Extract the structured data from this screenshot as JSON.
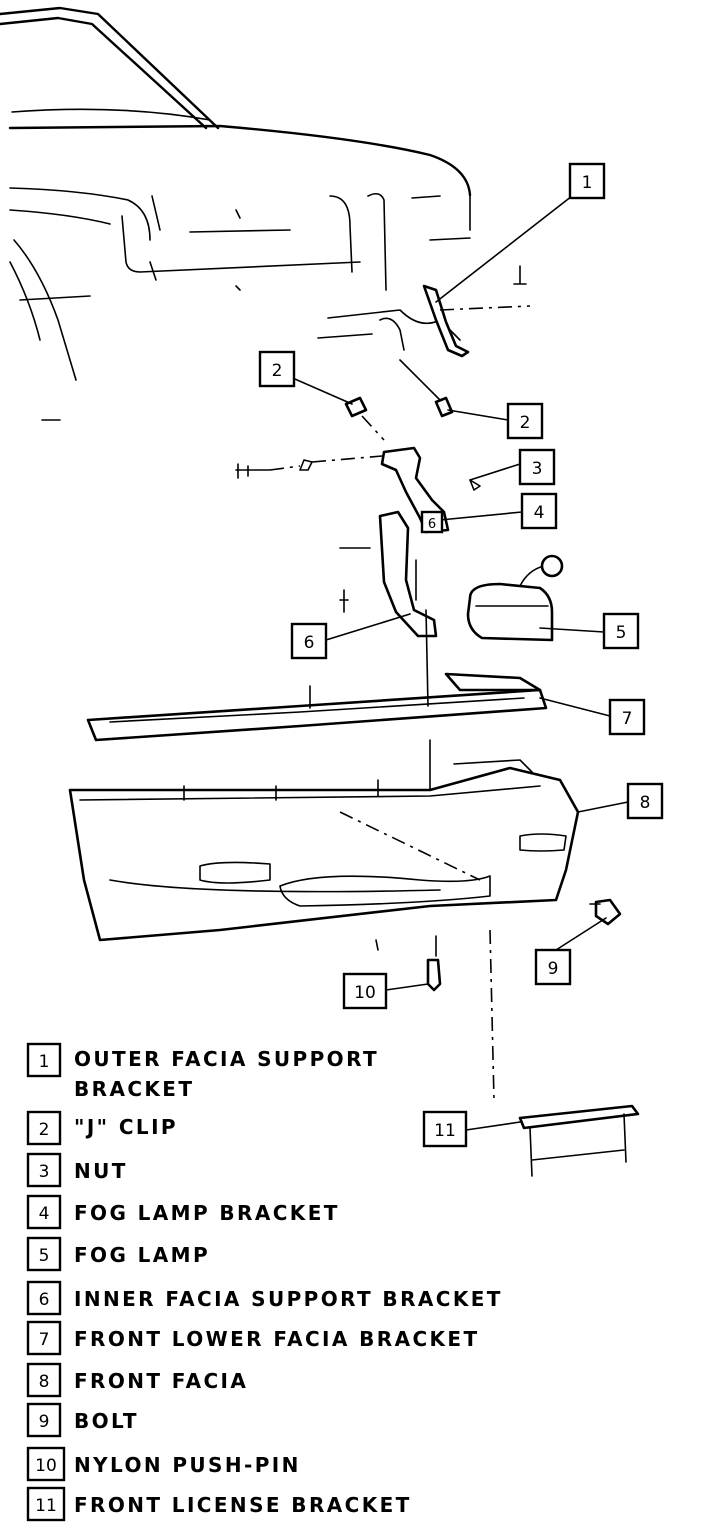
{
  "callouts": [
    "1",
    "2",
    "2",
    "3",
    "4",
    "5",
    "6",
    "6",
    "7",
    "8",
    "9",
    "10",
    "11"
  ],
  "legend": [
    {
      "num": "1",
      "lines": [
        "OUTER FACIA SUPPORT",
        "BRACKET"
      ]
    },
    {
      "num": "2",
      "lines": [
        "\"J\" CLIP"
      ]
    },
    {
      "num": "3",
      "lines": [
        "NUT"
      ]
    },
    {
      "num": "4",
      "lines": [
        "FOG LAMP BRACKET"
      ]
    },
    {
      "num": "5",
      "lines": [
        "FOG LAMP"
      ]
    },
    {
      "num": "6",
      "lines": [
        "INNER FACIA SUPPORT BRACKET"
      ]
    },
    {
      "num": "7",
      "lines": [
        "FRONT LOWER FACIA BRACKET"
      ]
    },
    {
      "num": "8",
      "lines": [
        "FRONT FACIA"
      ]
    },
    {
      "num": "9",
      "lines": [
        "BOLT"
      ]
    },
    {
      "num": "10",
      "lines": [
        "NYLON PUSH-PIN"
      ]
    },
    {
      "num": "11",
      "lines": [
        "FRONT LICENSE BRACKET"
      ]
    }
  ]
}
